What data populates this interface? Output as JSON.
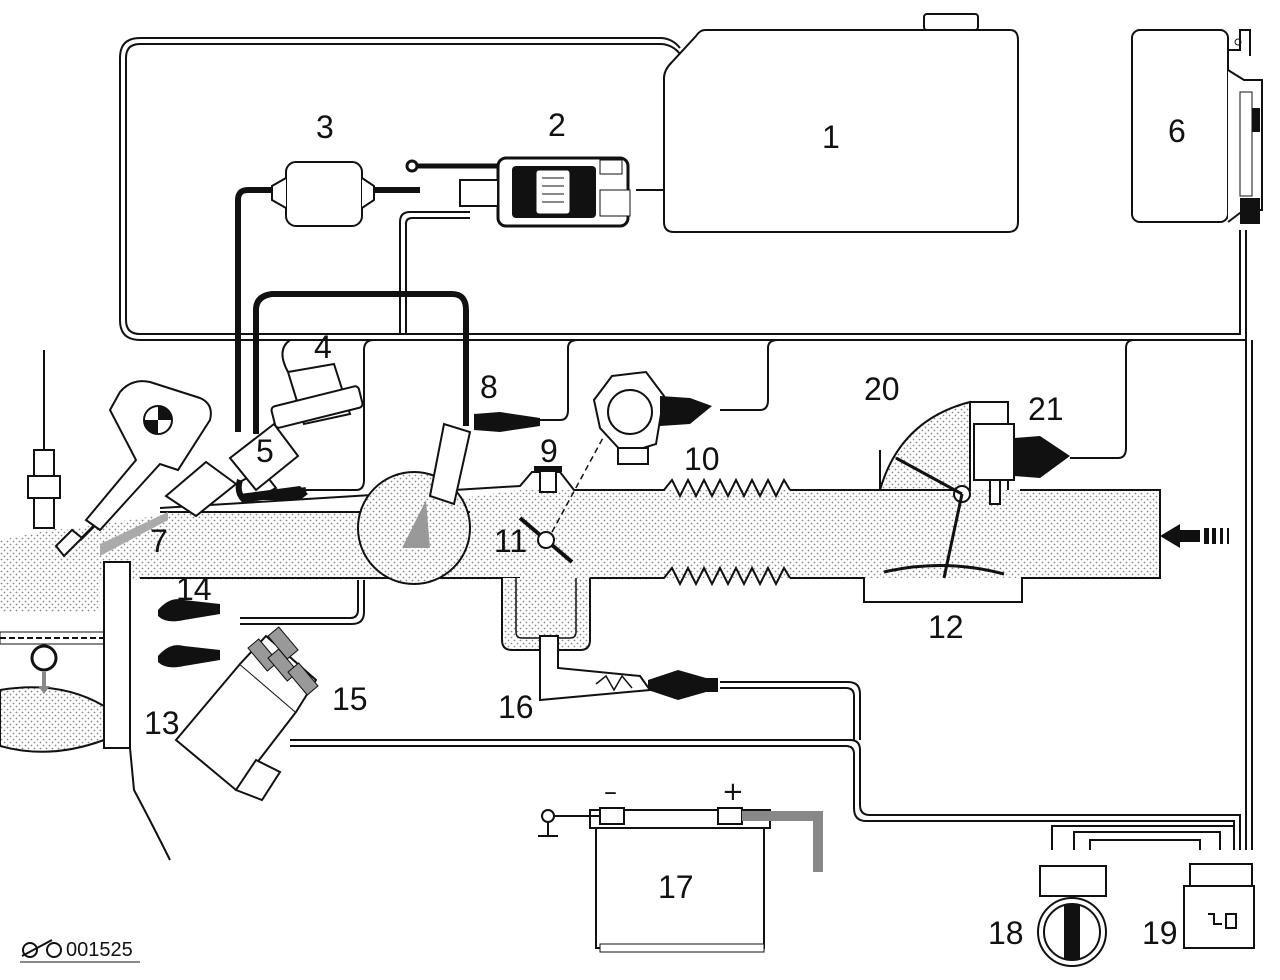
{
  "diagram": {
    "labels": {
      "l1": "1",
      "l2": "2",
      "l3": "3",
      "l4": "4",
      "l5": "5",
      "l6": "6",
      "l7": "7",
      "l8": "8",
      "l9": "9",
      "l10": "10",
      "l11": "11",
      "l12": "12",
      "l13": "13",
      "l14": "14",
      "l15": "15",
      "l16": "16",
      "l17": "17",
      "l18": "18",
      "l19": "19",
      "l20": "20",
      "l21": "21"
    },
    "battery": {
      "minus": "–",
      "plus": "+"
    },
    "figure_code": "001525",
    "colors": {
      "line": "#111111",
      "fill": "#ffffff",
      "stipple": "#c8c8c8",
      "rubber": "#8a8a8a"
    }
  }
}
